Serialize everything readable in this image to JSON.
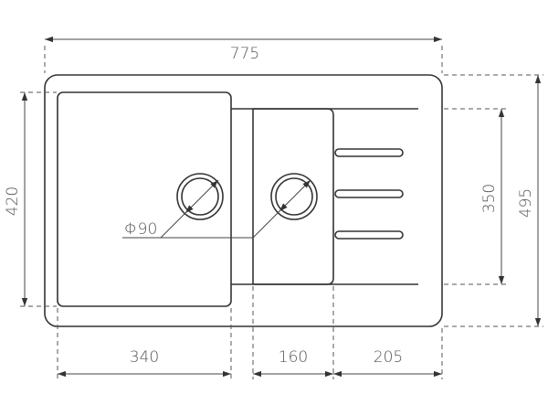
{
  "dimensions": {
    "total_width": "775",
    "total_depth": "495",
    "main_bowl_depth": "420",
    "drainer_depth": "350",
    "main_bowl_width": "340",
    "small_bowl_width": "160",
    "drainer_width": "205",
    "drain_diameter": "Φ90"
  },
  "colors": {
    "line": "#333333",
    "text": "#555555"
  }
}
